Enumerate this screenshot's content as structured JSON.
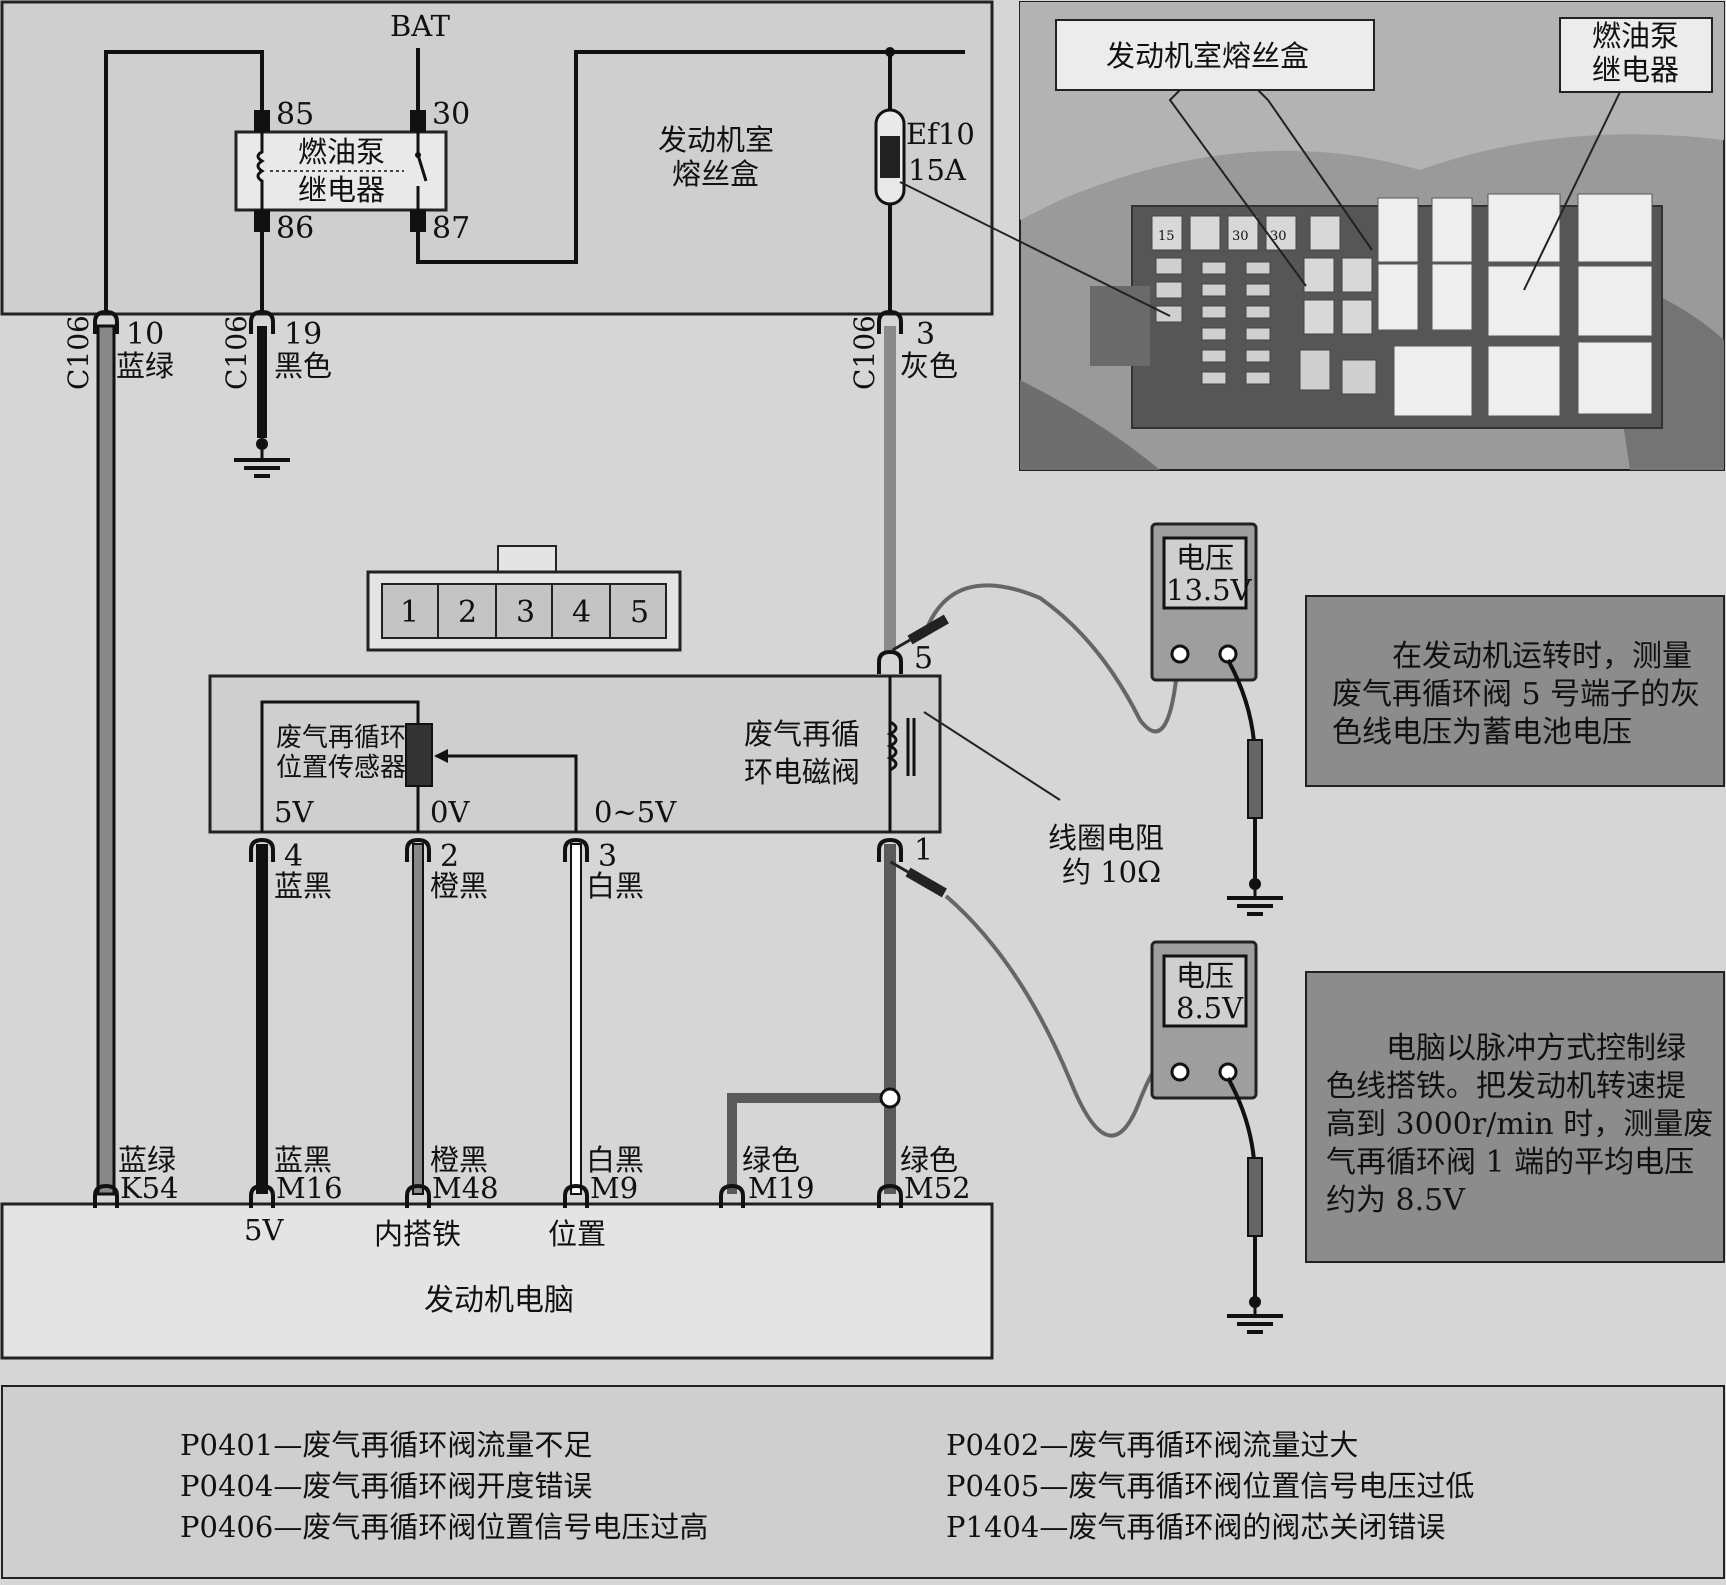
{
  "top_box": {
    "bat": "BAT",
    "relay_pins": [
      "85",
      "30",
      "86",
      "87"
    ],
    "relay_label": [
      "燃油泵",
      "继电器"
    ],
    "fusebox_label": [
      "发动机室",
      "熔丝盒"
    ],
    "fuse_name": "Ef10",
    "fuse_rating": "15A"
  },
  "connectors": {
    "c106_label": "C106",
    "wires": [
      {
        "pin": "10",
        "color": "蓝绿"
      },
      {
        "pin": "19",
        "color": "黑色"
      },
      {
        "pin": "3",
        "color": "灰色"
      }
    ]
  },
  "photo": {
    "fusebox_callout": "发动机室熔丝盒",
    "relay_callout": [
      "燃油泵",
      "继电器"
    ],
    "fuse_tags": [
      "15",
      "30",
      "30"
    ]
  },
  "plug": {
    "pins": [
      "1",
      "2",
      "3",
      "4",
      "5"
    ]
  },
  "egr": {
    "sensor_label": [
      "废气再循环",
      "位置传感器"
    ],
    "valve_label": [
      "废气再循",
      "环电磁阀"
    ],
    "voltages": [
      "5V",
      "0V",
      "0~5V"
    ],
    "pin_top": "5",
    "pin_bottom": "1",
    "bottom_wires": [
      {
        "pin": "4",
        "color": "蓝黑"
      },
      {
        "pin": "2",
        "color": "橙黑"
      },
      {
        "pin": "3",
        "color": "白黑"
      }
    ],
    "coil_label": [
      "线圈电阻",
      "约 10Ω"
    ]
  },
  "meters": [
    {
      "title": "电压",
      "value": "13.5V"
    },
    {
      "title": "电压",
      "value": "8.5V"
    }
  ],
  "notes": [
    {
      "text": [
        "在发动机运转时，测量",
        "废气再循环阀 5 号端子的灰",
        "色线电压为蓄电池电压"
      ]
    },
    {
      "text": [
        "电脑以脉冲方式控制绿",
        "色线搭铁。把发动机转速提",
        "高到 3000r/min 时，测量废",
        "气再循环阀 1 端的平均电压",
        "约为 8.5V"
      ]
    }
  ],
  "ecu": {
    "label": "发动机电脑",
    "terminals": [
      {
        "color": "蓝绿",
        "code": "K54",
        "function": ""
      },
      {
        "color": "蓝黑",
        "code": "M16",
        "function": "5V"
      },
      {
        "color": "橙黑",
        "code": "M48",
        "function": "内搭铁"
      },
      {
        "color": "白黑",
        "code": "M9",
        "function": "位置"
      },
      {
        "color": "绿色",
        "code": "M19",
        "function": ""
      },
      {
        "color": "绿色",
        "code": "M52",
        "function": ""
      }
    ]
  },
  "dtc_codes": [
    {
      "code": "P0401",
      "desc": "废气再循环阀流量不足"
    },
    {
      "code": "P0402",
      "desc": "废气再循环阀流量过大"
    },
    {
      "code": "P0404",
      "desc": "废气再循环阀开度错误"
    },
    {
      "code": "P0405",
      "desc": "废气再循环阀位置信号电压过低"
    },
    {
      "code": "P0406",
      "desc": "废气再循环阀位置信号电压过高"
    },
    {
      "code": "P1404",
      "desc": "废气再循环阀的阀芯关闭错误"
    }
  ],
  "colors": {
    "background": "#d6d6d6",
    "panel": "#cfcfcf",
    "ecu_fill": "#e4e4e4",
    "note_fill": "#8c8c8c",
    "wire_dark": "#111111",
    "wire_grey": "#8a8a8a",
    "wire_green": "#5a5a5a"
  }
}
